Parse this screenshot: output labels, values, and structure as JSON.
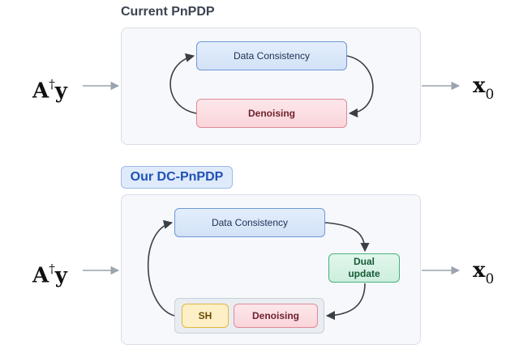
{
  "top": {
    "title": "Current PnPDP",
    "data_consistency": "Data Consistency",
    "denoising": "Denoising"
  },
  "bottom": {
    "title": "Our DC-PnPDP",
    "data_consistency": "Data Consistency",
    "dual_update": "Dual update",
    "sh": "SH",
    "denoising": "Denoising"
  },
  "input_label": {
    "base": "A",
    "sup": "†",
    "var": "y"
  },
  "output_label": {
    "base": "x",
    "sub": "0"
  },
  "colors": {
    "arrow": "#3a3f47",
    "io_arrow": "#9aa3ae",
    "accent_blue": "#1f52b5"
  }
}
